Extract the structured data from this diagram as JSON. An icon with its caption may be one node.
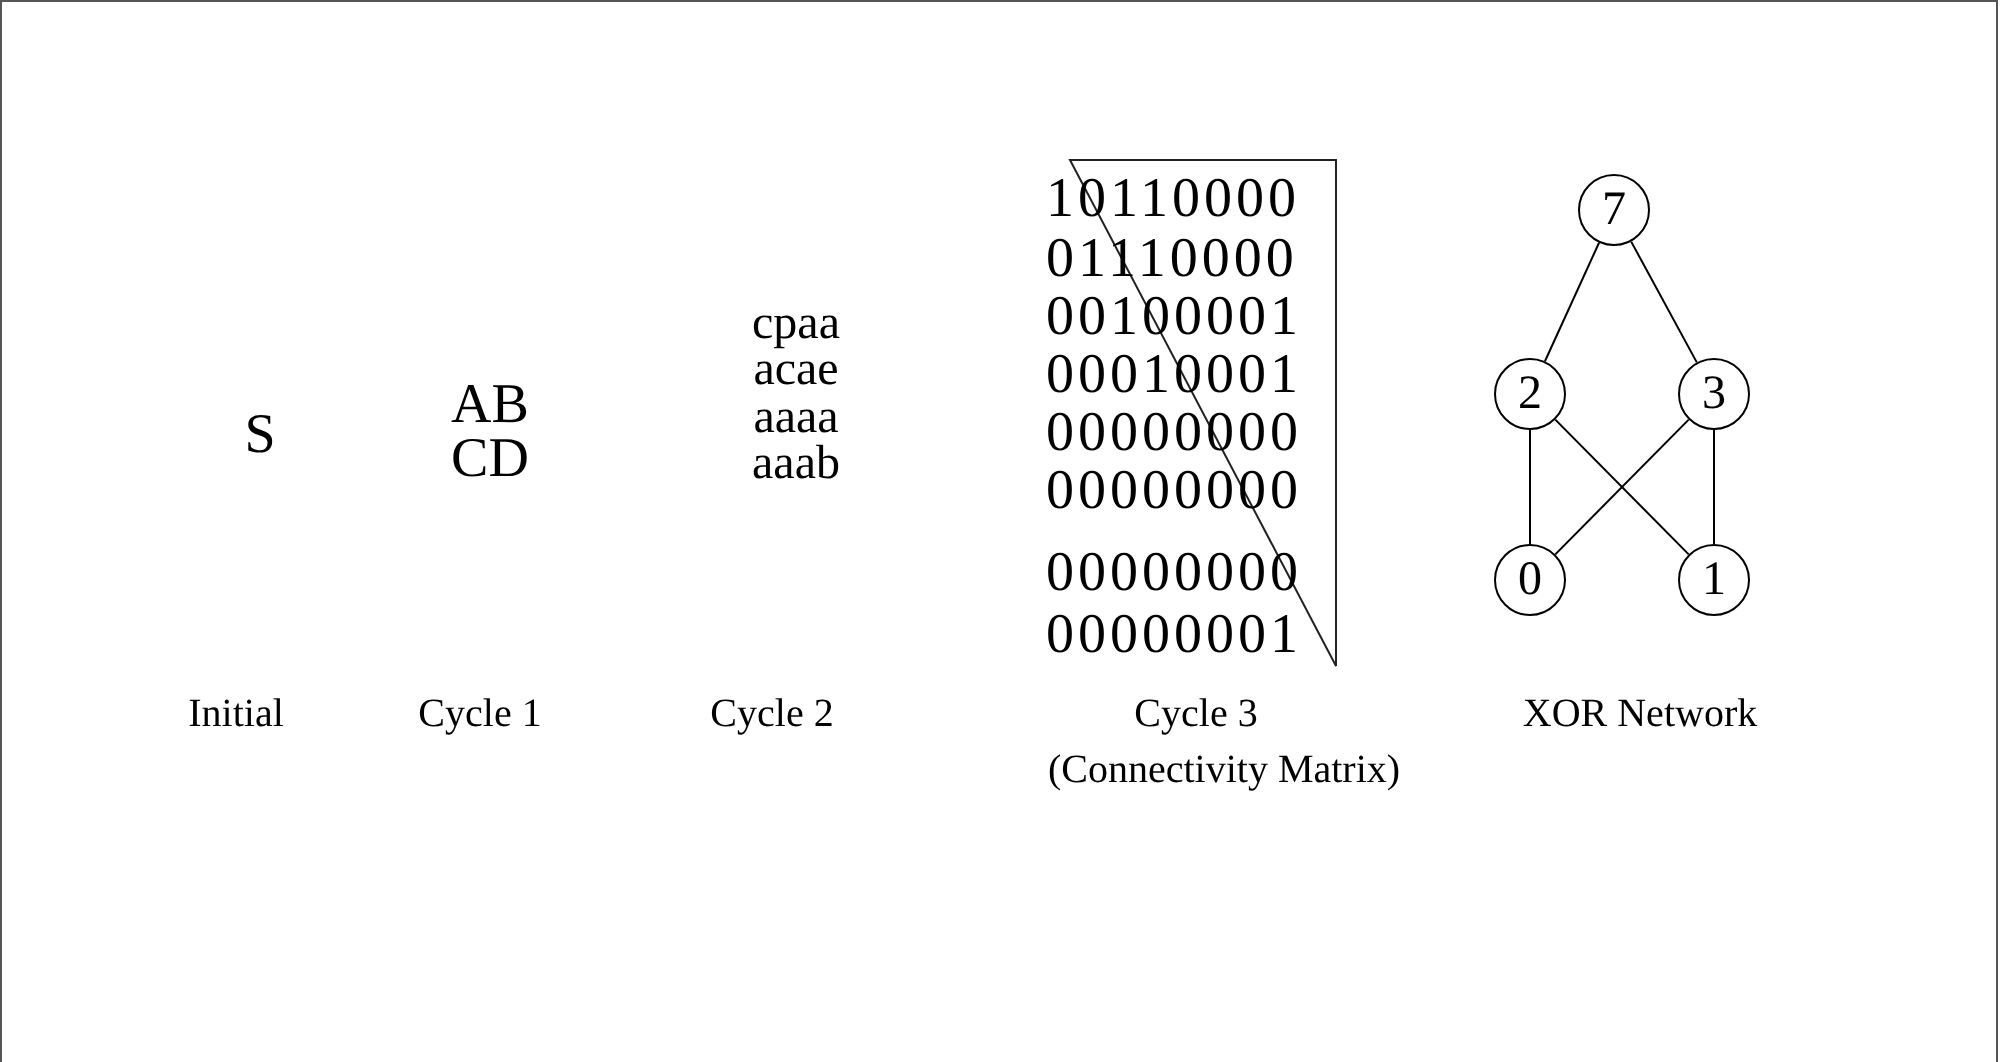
{
  "diagram": {
    "nodes": [
      {
        "text": [
          "7"
        ]
      },
      {
        "text": [
          "2"
        ]
      },
      {
        "text": [
          "3"
        ]
      },
      {
        "text": [
          "0"
        ]
      },
      {
        "text": [
          "1"
        ]
      }
    ],
    "edges": [
      {
        "from": 0,
        "to": 1,
        "arrow": "none"
      },
      {
        "from": 0,
        "to": 2,
        "arrow": "none"
      },
      {
        "from": 1,
        "to": 3,
        "arrow": "none"
      },
      {
        "from": 1,
        "to": 4,
        "arrow": "none"
      },
      {
        "from": 2,
        "to": 3,
        "arrow": "none"
      },
      {
        "from": 2,
        "to": 4,
        "arrow": "none"
      }
    ],
    "labels": [
      "S",
      "AB",
      "CD",
      "cpaa",
      "acae",
      "aaaa",
      "aaab",
      "10110000",
      "01110000",
      "00100001",
      "00010001",
      "00000000",
      "00000000",
      "00000000",
      "00000001",
      "Initial",
      "Cycle 1",
      "Cycle 2",
      "Cycle 3",
      "XOR Network",
      "(Connectivity Matrix)"
    ]
  }
}
